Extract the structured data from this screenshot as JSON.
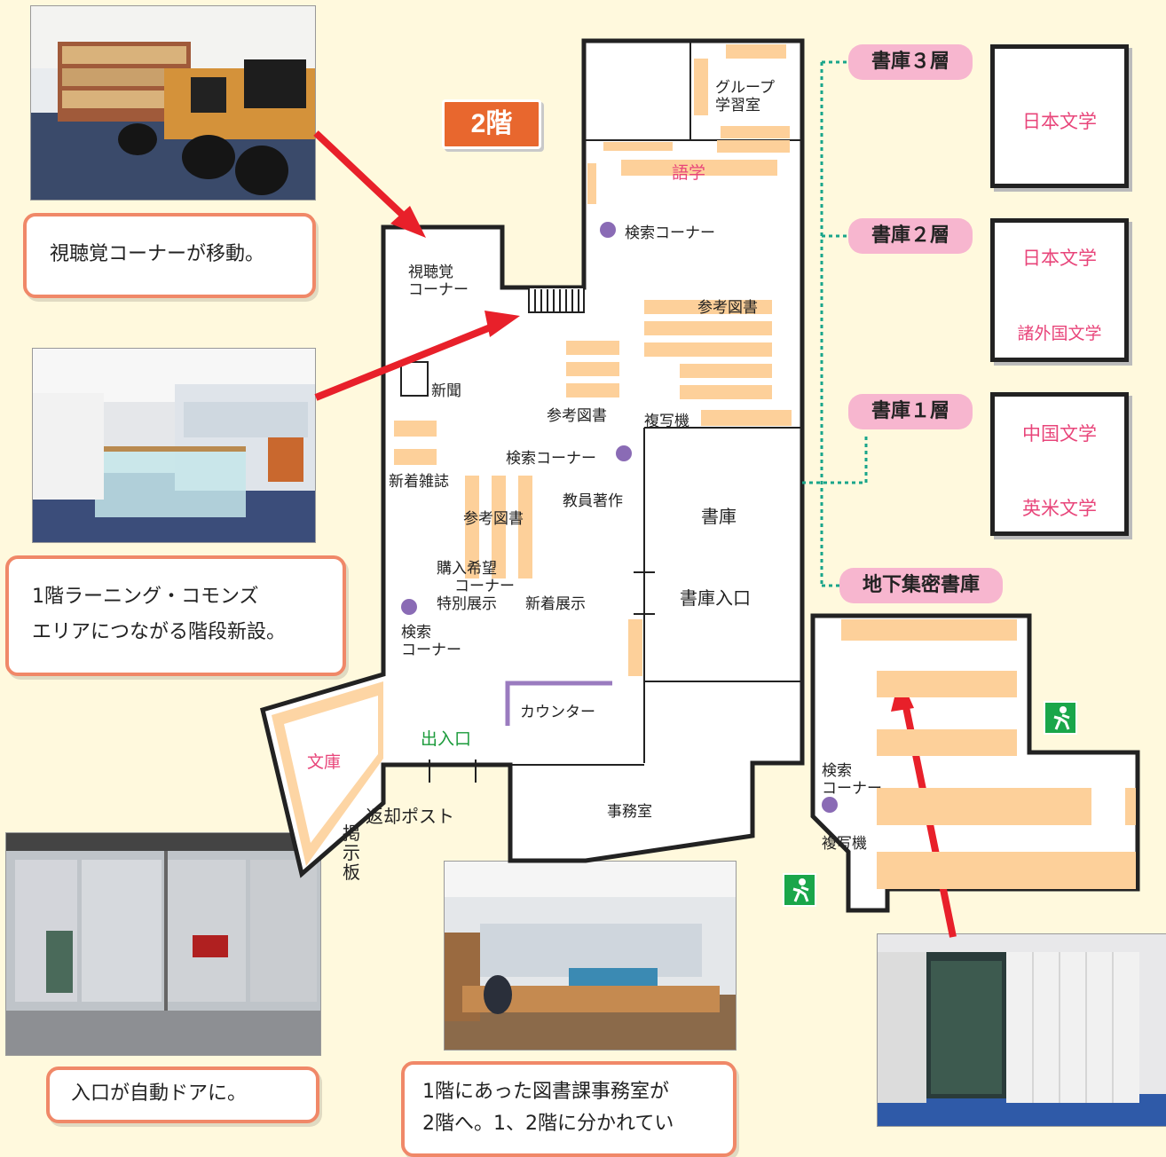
{
  "floor_label": "2階",
  "callouts": {
    "av_moved": "視聴覚コーナーが移動。",
    "stairs_line1": "1階ラーニング・コモンズ",
    "stairs_line2": "エリアにつながる階段新設。",
    "auto_door": "入口が自動ドアに。",
    "office_line1": "1階にあった図書課事務室が",
    "office_line2": "2階へ。1、2階に分かれてい"
  },
  "stacks": {
    "layer3": {
      "title": "書庫３層",
      "items": [
        "日本文学"
      ]
    },
    "layer2": {
      "title": "書庫２層",
      "items": [
        "日本文学",
        "諸外国文学"
      ]
    },
    "layer1": {
      "title": "書庫１層",
      "items": [
        "中国文学",
        "英米文学"
      ]
    },
    "basement": {
      "title": "地下集密書庫"
    }
  },
  "map_labels": {
    "group_study_1": "グループ",
    "group_study_2": "学習室",
    "languages": "語学",
    "search_corner": "検索コーナー",
    "av_corner_1": "視聴覚",
    "av_corner_2": "コーナー",
    "reference_top": "参考図書",
    "newspaper": "新聞",
    "reference_mid": "参考図書",
    "copier_main": "複写機",
    "search_corner_2": "検索コーナー",
    "new_magazines": "新着雑誌",
    "faculty_works": "教員著作",
    "stacks_room": "書庫",
    "reference_low": "参考図書",
    "purchase_req_1": "購入希望",
    "purchase_req_2": "コーナー",
    "special_exhibit": "特別展示",
    "new_exhibit": "新着展示",
    "stacks_entrance": "書庫入口",
    "search_3a": "検索",
    "search_3b": "コーナー",
    "counter": "カウンター",
    "bunko": "文庫",
    "entrance": "出入口",
    "return_post": "返却ポスト",
    "office": "事務室",
    "bulletin": "掲示板",
    "search_b_1": "検索",
    "search_b_2": "コーナー",
    "copier_basement": "複写機"
  },
  "photos": {
    "av_corner": "av-corner-photo",
    "new_stairs": "stairs-photo",
    "entrance_doors": "entrance-photo",
    "office_room": "office-photo",
    "compact_shelves": "compact-shelves-photo"
  },
  "colors": {
    "shelf": "#fdd09a",
    "pill": "#f7b6cf",
    "pink_text": "#e8457a",
    "arrow": "#e8202a",
    "dot": "#8a6bb5",
    "exit": "#1aa64a"
  }
}
